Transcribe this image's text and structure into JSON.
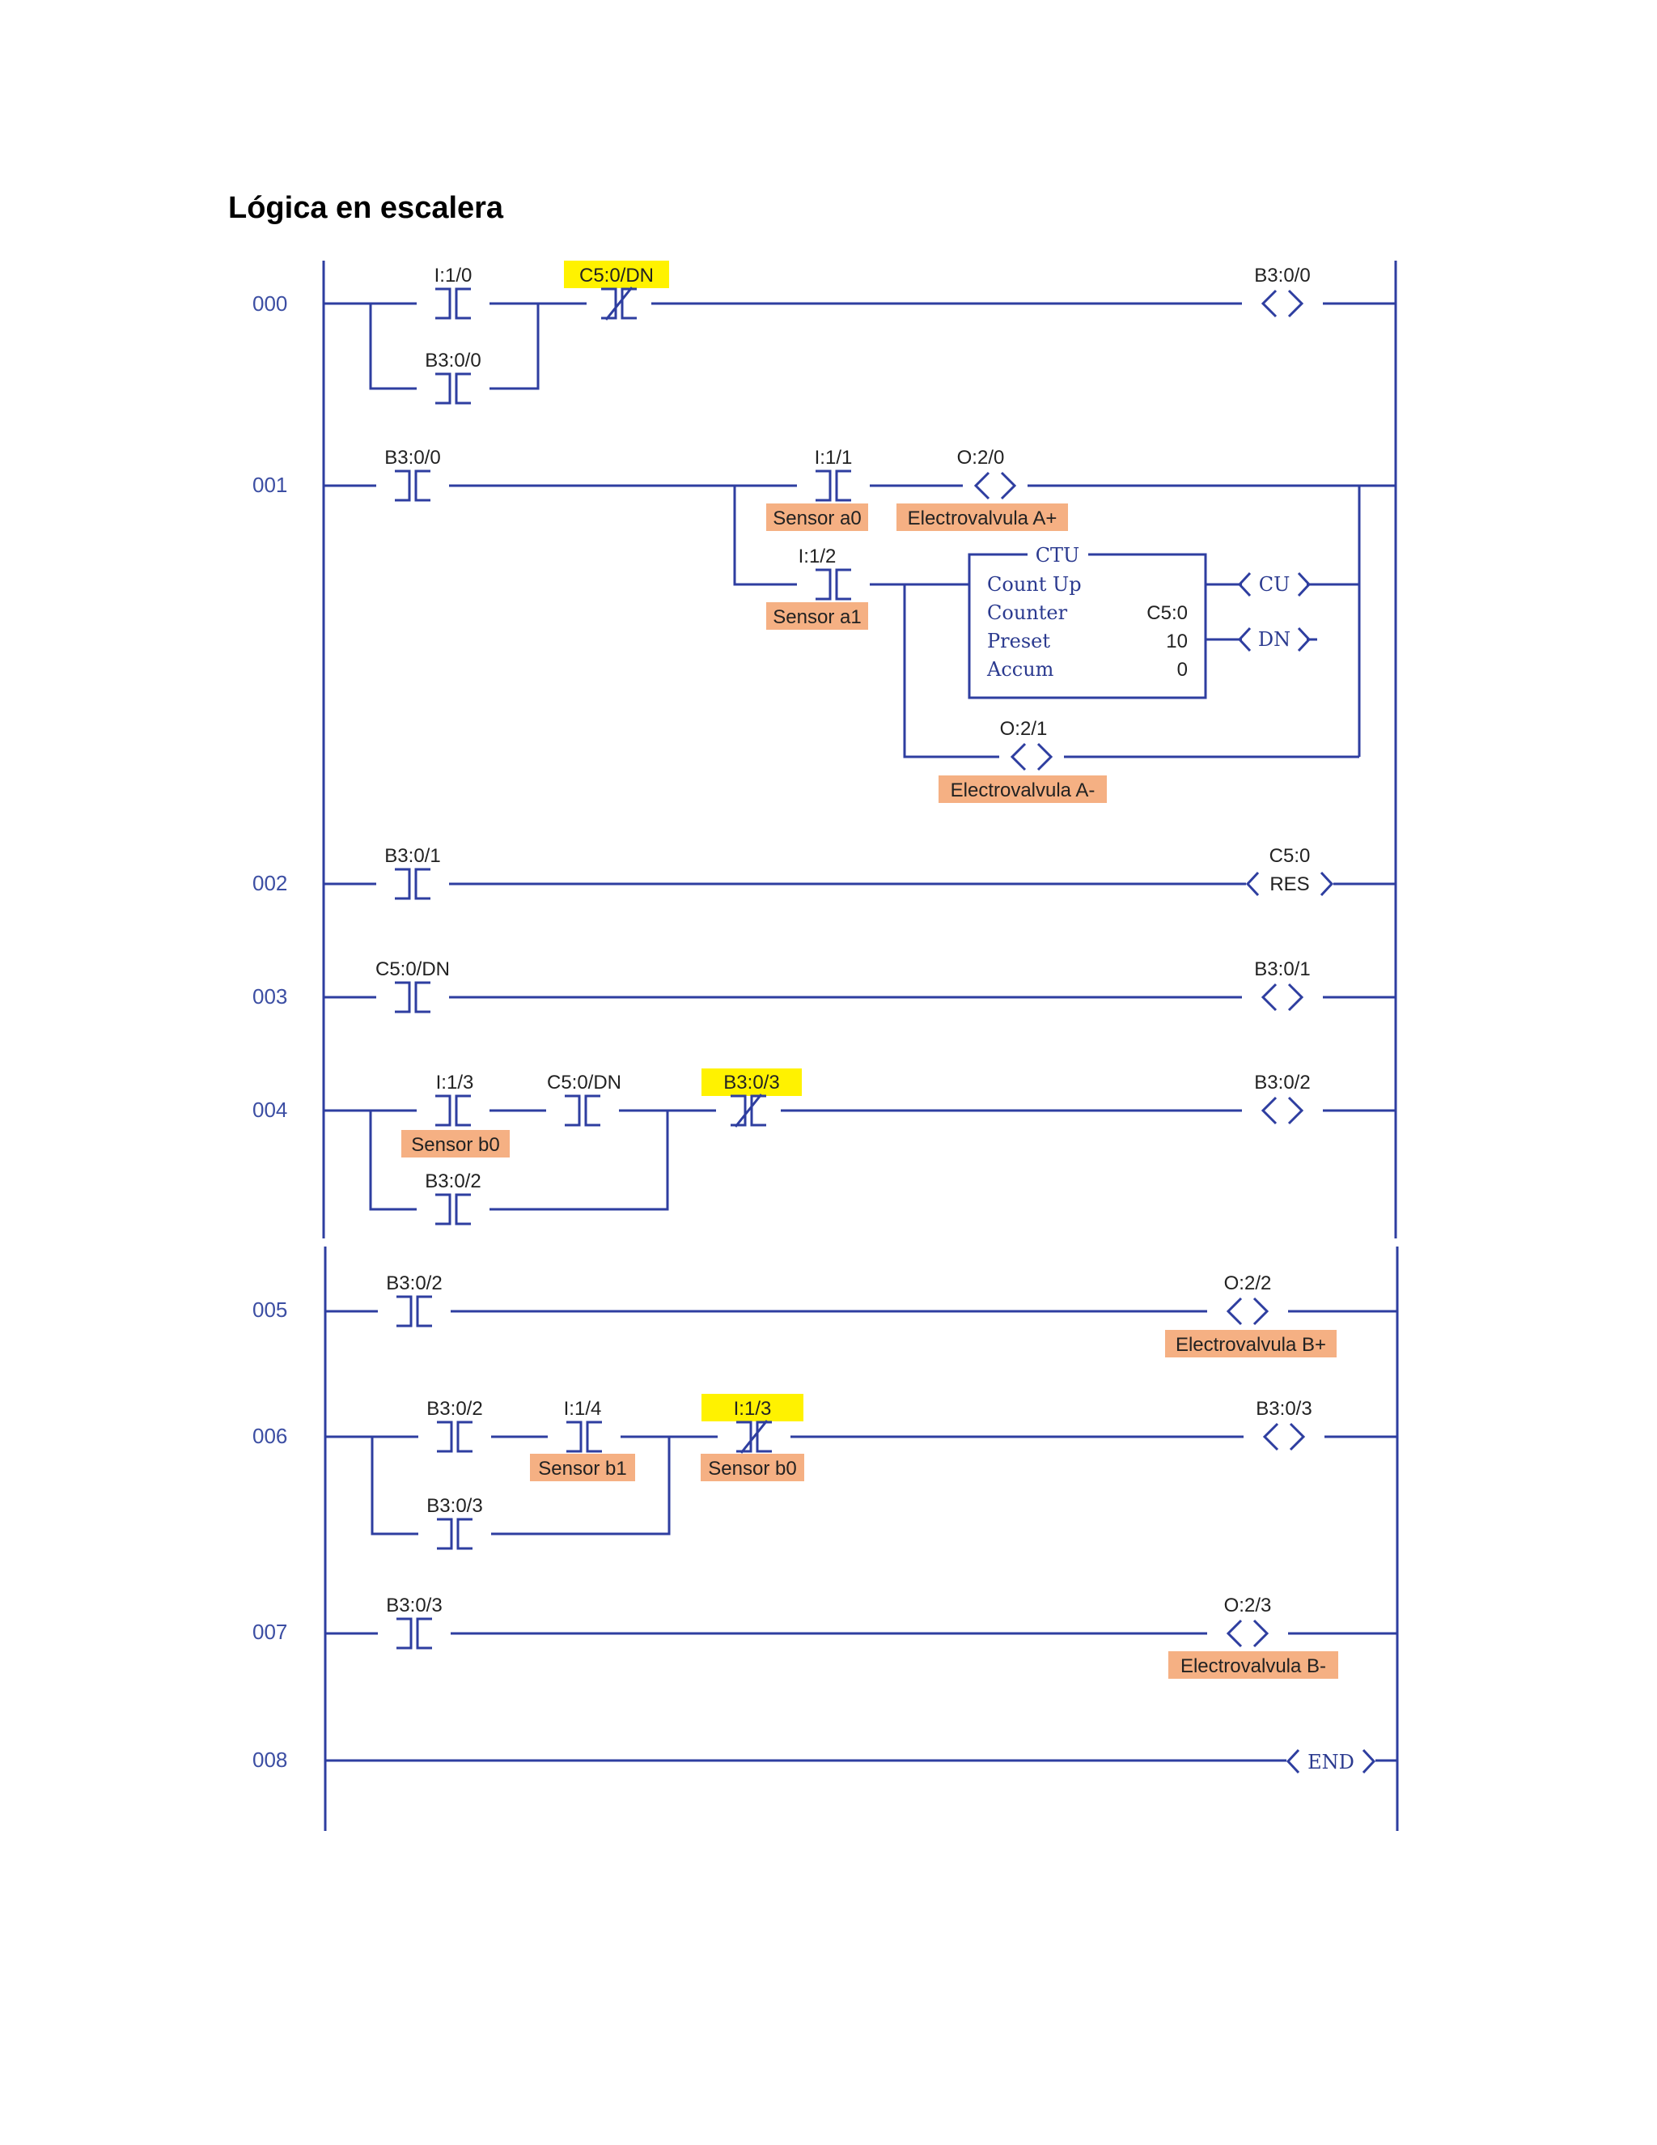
{
  "title": "Lógica en escalera",
  "colors": {
    "wire": "#2e3ea0",
    "rung_number": "#3c4ea3",
    "highlight_yellow": "#fff200",
    "tag_orange": "#f5b083"
  },
  "rungs": [
    {
      "number": "000",
      "contacts": [
        {
          "address": "I:1/0",
          "type": "NO"
        },
        {
          "address": "B3:0/0",
          "type": "NO",
          "branch": true
        },
        {
          "address": "C5:0/DN",
          "type": "NC",
          "highlight": true
        }
      ],
      "coil": {
        "address": "B3:0/0",
        "type": "OTE"
      }
    },
    {
      "number": "001",
      "contacts": [
        {
          "address": "B3:0/0",
          "type": "NO"
        },
        {
          "address": "I:1/1",
          "type": "NO",
          "tag": "Sensor a0"
        },
        {
          "address": "I:1/2",
          "type": "NO",
          "tag": "Sensor a1"
        }
      ],
      "coils": [
        {
          "address": "O:2/0",
          "type": "OTE",
          "tag": "Electrovalvula A+"
        },
        {
          "address": "O:2/1",
          "type": "OTE",
          "tag": "Electrovalvula A-"
        }
      ],
      "ctu": {
        "title": "CTU",
        "line1": "Count Up",
        "counter_label": "Counter",
        "counter_value": "C5:0",
        "preset_label": "Preset",
        "preset_value": "10",
        "accum_label": "Accum",
        "accum_value": "0",
        "cu": "CU",
        "dn": "DN"
      }
    },
    {
      "number": "002",
      "contacts": [
        {
          "address": "B3:0/1",
          "type": "NO"
        }
      ],
      "coil": {
        "address": "C5:0",
        "type": "RES",
        "text": "RES"
      }
    },
    {
      "number": "003",
      "contacts": [
        {
          "address": "C5:0/DN",
          "type": "NO"
        }
      ],
      "coil": {
        "address": "B3:0/1",
        "type": "OTE"
      }
    },
    {
      "number": "004",
      "contacts": [
        {
          "address": "I:1/3",
          "type": "NO",
          "tag": "Sensor b0"
        },
        {
          "address": "C5:0/DN",
          "type": "NO"
        },
        {
          "address": "B3:0/2",
          "type": "NO",
          "branch": true
        },
        {
          "address": "B3:0/3",
          "type": "NC",
          "highlight": true
        }
      ],
      "coil": {
        "address": "B3:0/2",
        "type": "OTE"
      }
    },
    {
      "number": "005",
      "contacts": [
        {
          "address": "B3:0/2",
          "type": "NO"
        }
      ],
      "coil": {
        "address": "O:2/2",
        "type": "OTE",
        "tag": "Electrovalvula B+"
      }
    },
    {
      "number": "006",
      "contacts": [
        {
          "address": "B3:0/2",
          "type": "NO"
        },
        {
          "address": "I:1/4",
          "type": "NO",
          "tag": "Sensor b1"
        },
        {
          "address": "B3:0/3",
          "type": "NO",
          "branch": true
        },
        {
          "address": "I:1/3",
          "type": "NC",
          "highlight": true,
          "tag": "Sensor b0"
        }
      ],
      "coil": {
        "address": "B3:0/3",
        "type": "OTE"
      }
    },
    {
      "number": "007",
      "contacts": [
        {
          "address": "B3:0/3",
          "type": "NO"
        }
      ],
      "coil": {
        "address": "O:2/3",
        "type": "OTE",
        "tag": "Electrovalvula B-"
      }
    },
    {
      "number": "008",
      "coil": {
        "type": "END",
        "text": "END"
      }
    }
  ]
}
